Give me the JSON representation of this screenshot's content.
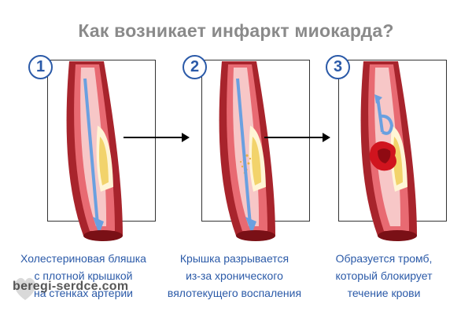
{
  "title": "Как возникает инфаркт миокарда?",
  "steps": [
    {
      "number": "1",
      "caption": [
        "Холестериновая бляшка",
        "с плотной крышкой",
        "на стенках артерии"
      ]
    },
    {
      "number": "2",
      "caption": [
        "Крышка разрывается",
        "из-за хронического",
        "вялотекущего воспаления"
      ]
    },
    {
      "number": "3",
      "caption": [
        "Образуется тромб,",
        "который блокирует",
        "течение крови"
      ]
    }
  ],
  "watermark": "beregi-serdce.com",
  "colors": {
    "accent": "#2b5aa8",
    "vessel": "#a8242c",
    "plaque": "#f2d36b",
    "flow_arrow": "#6aa0e0",
    "clot": "#d0141e"
  }
}
